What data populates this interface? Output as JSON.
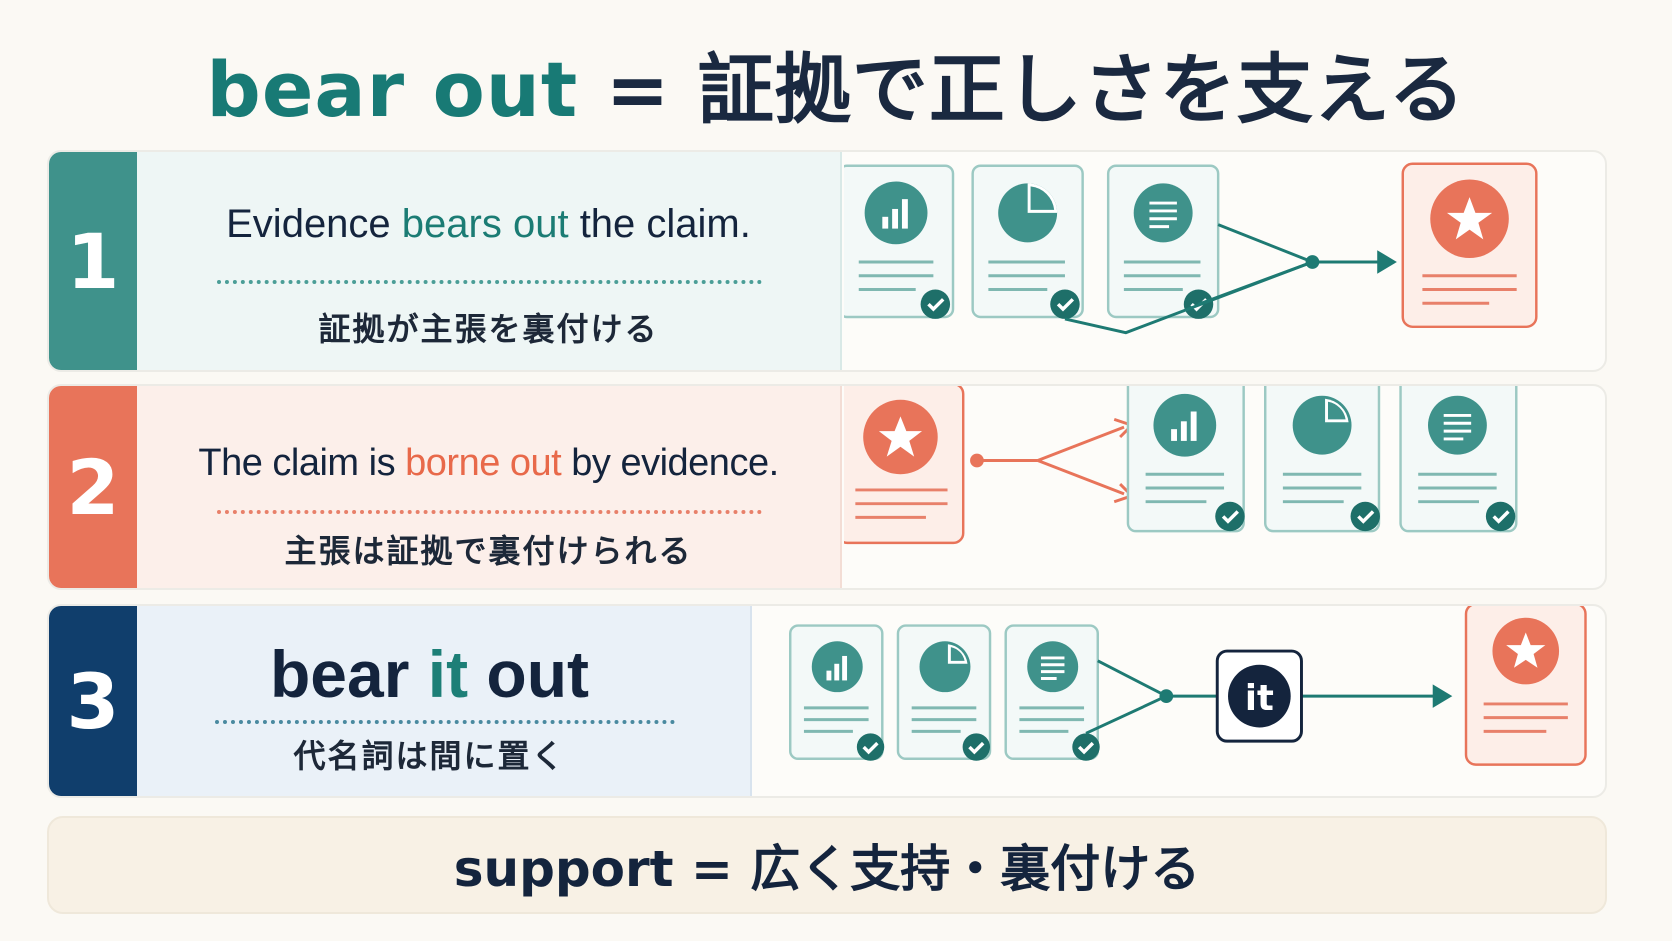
{
  "title": {
    "keyword": "bear out",
    "rest": " = 証拠で正しさを支える"
  },
  "rows": [
    {
      "number": "1",
      "en_before": "Evidence ",
      "en_key": "bears out",
      "en_after": " the claim.",
      "jp": "証拠が主張を裏付ける"
    },
    {
      "number": "2",
      "en_before": "The claim is ",
      "en_key": "borne out",
      "en_after": " by evidence.",
      "jp": "主張は証拠で裏付けられる"
    },
    {
      "number": "3",
      "en_before": "bear ",
      "en_key": "it",
      "en_after": " out",
      "jp": "代名詞は間に置く",
      "pronoun_box": "it"
    }
  ],
  "footer": "support = 広く支持・裏付ける",
  "colors": {
    "teal": "#3f928b",
    "coral": "#e8745a",
    "navy": "#103e6c",
    "title_teal": "#187a75"
  }
}
